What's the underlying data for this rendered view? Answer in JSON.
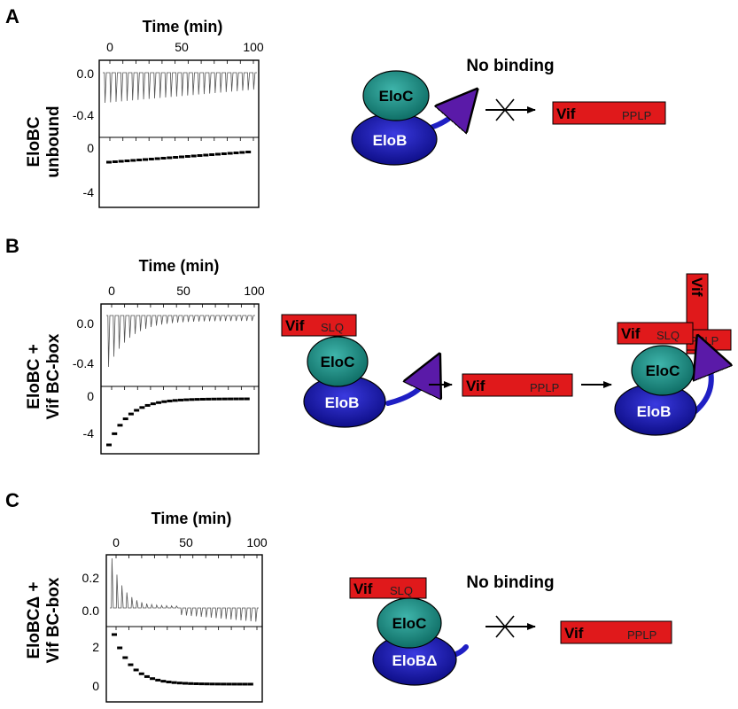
{
  "colors": {
    "eloc_fill": "#1f8f86",
    "elob_fill": "#1a1ab8",
    "elob_dark": "#0a0a70",
    "tail_blue": "#1f1fc4",
    "arrow_purple": "#5a1aa8",
    "vif_red": "#e0191b"
  },
  "panels": [
    {
      "letter": "A",
      "side_label": [
        "EloBC",
        "unbound"
      ],
      "axis_title": "Time (min)",
      "x_ticks": [
        "0",
        "50",
        "100"
      ],
      "upper_ticks": [
        "0.0",
        "-0.4"
      ],
      "lower_ticks": [
        "0",
        "-4"
      ],
      "no_binding": "No binding",
      "eloc": "EloC",
      "elob": "EloB",
      "vif_label": "Vif",
      "vif_motif": "PPLP"
    },
    {
      "letter": "B",
      "side_label": [
        "EloBC +",
        "Vif BC-box"
      ],
      "axis_title": "Time (min)",
      "x_ticks": [
        "0",
        "50",
        "100"
      ],
      "upper_ticks": [
        "0.0",
        "-0.4"
      ],
      "lower_ticks": [
        "0",
        "-4"
      ],
      "eloc": "EloC",
      "elob": "EloB",
      "vif_label": "Vif",
      "vif_motif": "PPLP",
      "bcbox_label": "Vif",
      "bcbox_motif": "SLQ"
    },
    {
      "letter": "C",
      "side_label": [
        "EloBCΔ +",
        "Vif BC-box"
      ],
      "axis_title": "Time (min)",
      "x_ticks": [
        "0",
        "50",
        "100"
      ],
      "upper_ticks": [
        "0.2",
        "0.0"
      ],
      "lower_ticks": [
        "2",
        "0"
      ],
      "no_binding": "No binding",
      "eloc": "EloC",
      "elob": "EloBΔ",
      "vif_label": "Vif",
      "vif_motif": "PPLP",
      "bcbox_label": "Vif",
      "bcbox_motif": "SLQ"
    }
  ]
}
